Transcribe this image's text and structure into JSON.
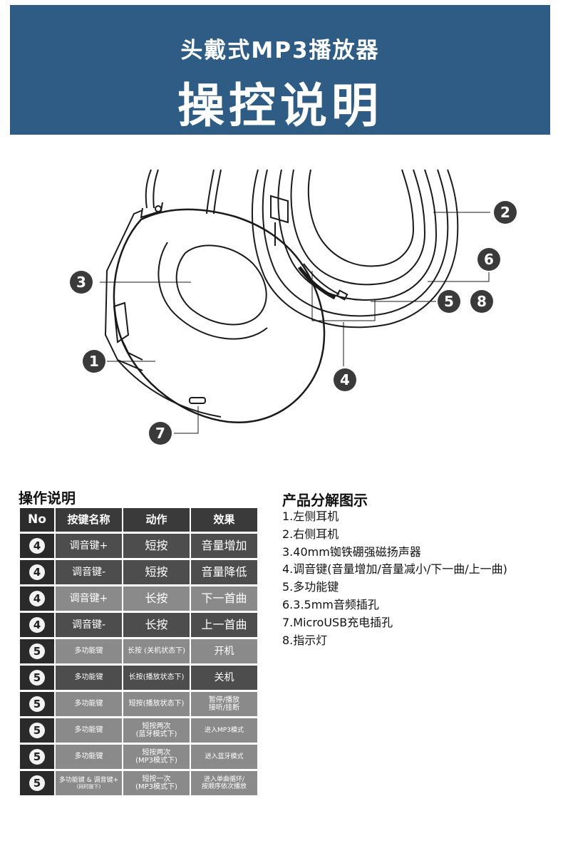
{
  "banner": {
    "title_line1": "头戴式MP3播放器",
    "title_line2": "操控说明"
  },
  "diagram": {
    "callouts": [
      "2",
      "3",
      "6",
      "5",
      "8",
      "1",
      "4",
      "7"
    ]
  },
  "operations": {
    "title": "操作说明",
    "headers": {
      "no": "No",
      "key": "按键名称",
      "action": "动作",
      "effect": "效果"
    },
    "rows": [
      {
        "no": "4",
        "key": "调音键+",
        "key_sub": "",
        "action": "短按",
        "effect": "音量增加"
      },
      {
        "no": "4",
        "key": "调音键-",
        "key_sub": "",
        "action": "短按",
        "effect": "音量降低"
      },
      {
        "no": "4",
        "key": "调音键+",
        "key_sub": "",
        "action": "长按",
        "effect": "下一首曲"
      },
      {
        "no": "4",
        "key": "调音键-",
        "key_sub": "",
        "action": "长按",
        "effect": "上一首曲"
      },
      {
        "no": "5",
        "key": "多功能键",
        "key_sub": "",
        "action": "长按 (关机状态下)",
        "effect": "开机"
      },
      {
        "no": "5",
        "key": "多功能键",
        "key_sub": "",
        "action": "长按(播放状态下)",
        "effect": "关机"
      },
      {
        "no": "5",
        "key": "多功能键",
        "key_sub": "",
        "action": "短按(播放状态下)",
        "effect": "暂停/播放\n接听/挂断"
      },
      {
        "no": "5",
        "key": "多功能键",
        "key_sub": "",
        "action": "短按两次\n(蓝牙模式下)",
        "effect": "进入MP3模式"
      },
      {
        "no": "5",
        "key": "多功能键",
        "key_sub": "",
        "action": "短按两次\n(MP3模式下)",
        "effect": "进入蓝牙模式"
      },
      {
        "no": "5",
        "key": "多功能键 & 调音键+",
        "key_sub": "(同时按下)",
        "action": "短按一次\n(MP3模式下)",
        "effect": "进入单曲循环/\n按顺序依次播放"
      }
    ]
  },
  "parts": {
    "title": "产品分解图示",
    "items": [
      "1.左侧耳机",
      "2.右侧耳机",
      "3.40mm铷铁硼强磁扬声器",
      "4.调音键(音量增加/音量减小/下一曲/上一曲)",
      "5.多功能键",
      "6.3.5mm音频插孔",
      "7.MicroUSB充电插孔",
      "8.指示灯"
    ]
  }
}
